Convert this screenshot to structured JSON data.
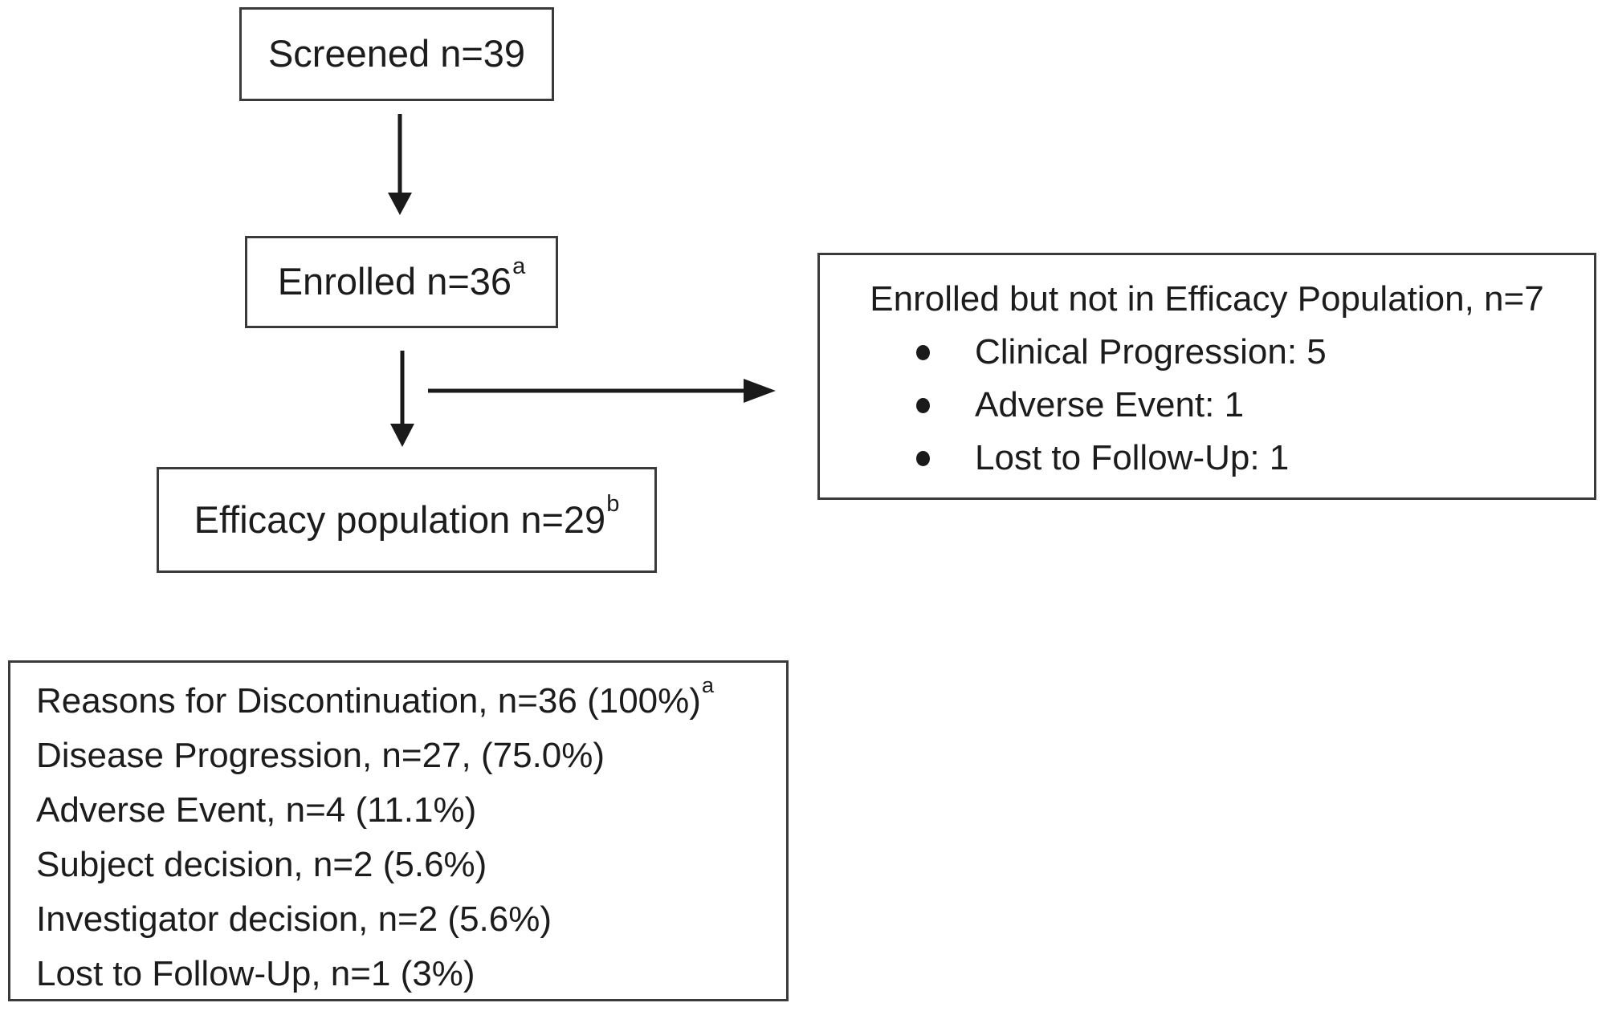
{
  "diagram": {
    "boxes": {
      "screened": {
        "label": "Screened n=39"
      },
      "enrolled": {
        "label": "Enrolled n=36",
        "footnote": "a"
      },
      "efficacy": {
        "label": "Efficacy population n=29",
        "footnote": "b"
      }
    },
    "exclusion_box": {
      "title": "Enrolled but not in Efficacy Population, n=7",
      "bullets": [
        "Clinical Progression: 5",
        "Adverse Event: 1",
        "Lost to Follow-Up: 1"
      ]
    },
    "discontinuation_box": {
      "title": "Reasons for Discontinuation, n=36 (100%)",
      "title_footnote": "a",
      "lines": [
        "Disease Progression, n=27, (75.0%)",
        "Adverse Event, n=4 (11.1%)",
        "Subject decision, n=2 (5.6%)",
        "Investigator decision, n=2 (5.6%)",
        "Lost to Follow-Up, n=1 (3%)"
      ]
    },
    "colors": {
      "border": "#3a3a3a",
      "text": "#1c1c1c",
      "arrow": "#1a1a1a",
      "background": "#ffffff"
    }
  }
}
